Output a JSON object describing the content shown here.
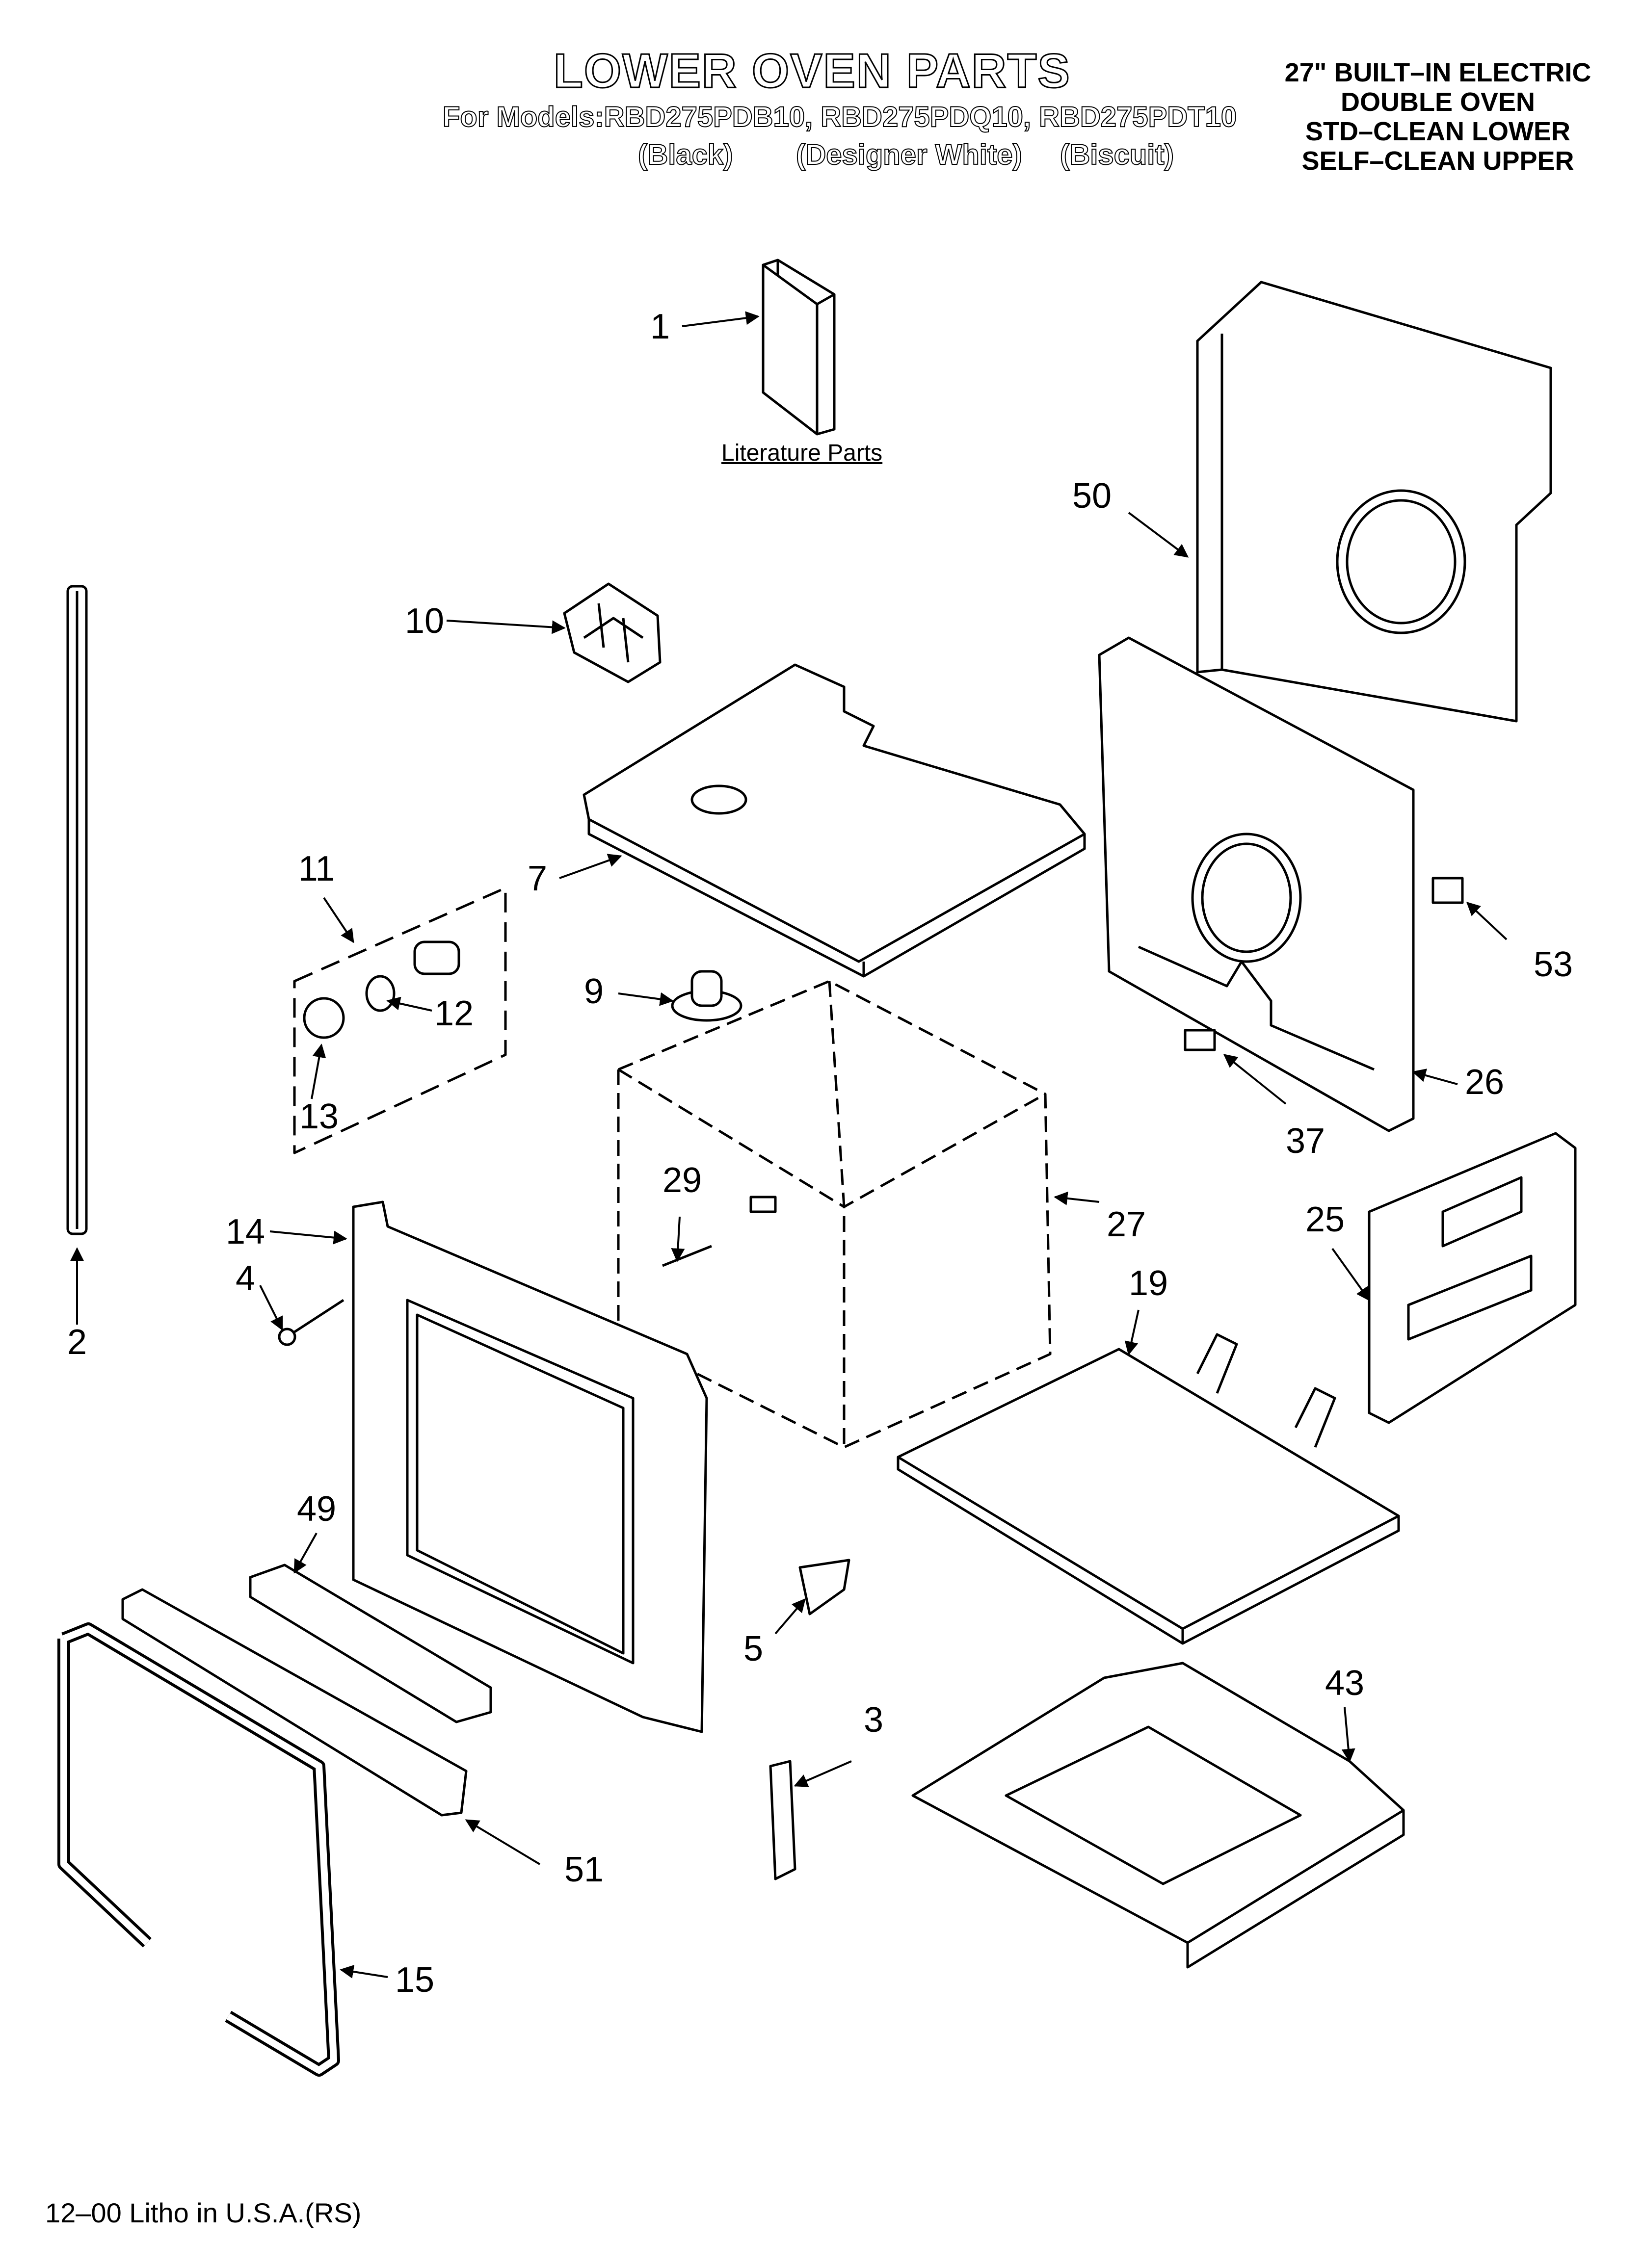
{
  "header": {
    "title": "LOWER OVEN PARTS",
    "models_line": "For Models:RBD275PDB10, RBD275PDQ10, RBD275PDT10",
    "variants": [
      "(Black)",
      "(Designer White)",
      "(Biscuit)"
    ],
    "tag_lines": [
      "27\" BUILT–IN ELECTRIC",
      "DOUBLE OVEN",
      "STD–CLEAN LOWER",
      "SELF–CLEAN UPPER"
    ]
  },
  "literature_label": "Literature Parts",
  "footer": "12–00 Litho in U.S.A.(RS)",
  "callouts": [
    "1",
    "2",
    "3",
    "4",
    "5",
    "7",
    "9",
    "10",
    "11",
    "12",
    "13",
    "14",
    "15",
    "19",
    "25",
    "26",
    "27",
    "29",
    "37",
    "43",
    "49",
    "50",
    "51",
    "53"
  ]
}
